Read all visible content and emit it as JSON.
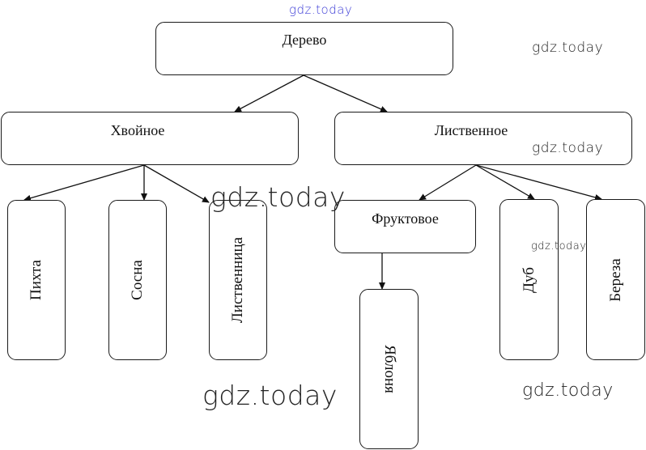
{
  "diagram": {
    "type": "tree",
    "root": {
      "id": "root",
      "label": "Дерево"
    },
    "nodes": [
      {
        "id": "root",
        "label": "Дерево",
        "orientation": "horizontal"
      },
      {
        "id": "conifer",
        "label": "Хвойное",
        "orientation": "horizontal"
      },
      {
        "id": "deciduous",
        "label": "Лиственное",
        "orientation": "horizontal"
      },
      {
        "id": "fir",
        "label": "Пихта",
        "orientation": "vertical"
      },
      {
        "id": "pine",
        "label": "Сосна",
        "orientation": "vertical"
      },
      {
        "id": "larch",
        "label": "Лиственница",
        "orientation": "vertical"
      },
      {
        "id": "fruit",
        "label": "Фруктовое",
        "orientation": "horizontal"
      },
      {
        "id": "oak",
        "label": "Дуб",
        "orientation": "vertical"
      },
      {
        "id": "birch",
        "label": "Береза",
        "orientation": "vertical"
      },
      {
        "id": "apple",
        "label": "Яблоня",
        "orientation": "vertical"
      }
    ],
    "edges": [
      {
        "from": "root",
        "to": "conifer"
      },
      {
        "from": "root",
        "to": "deciduous"
      },
      {
        "from": "conifer",
        "to": "fir"
      },
      {
        "from": "conifer",
        "to": "pine"
      },
      {
        "from": "conifer",
        "to": "larch"
      },
      {
        "from": "deciduous",
        "to": "fruit"
      },
      {
        "from": "deciduous",
        "to": "oak"
      },
      {
        "from": "deciduous",
        "to": "birch"
      },
      {
        "from": "fruit",
        "to": "apple"
      }
    ]
  },
  "watermarks": {
    "top": "gdz.today",
    "right_top": "gdz.today",
    "deciduous_box": "gdz.today",
    "center_large": "gdz.today",
    "oak_box": "gdz.today",
    "bottom_left": "gdz.today",
    "bottom_right": "gdz.today"
  }
}
